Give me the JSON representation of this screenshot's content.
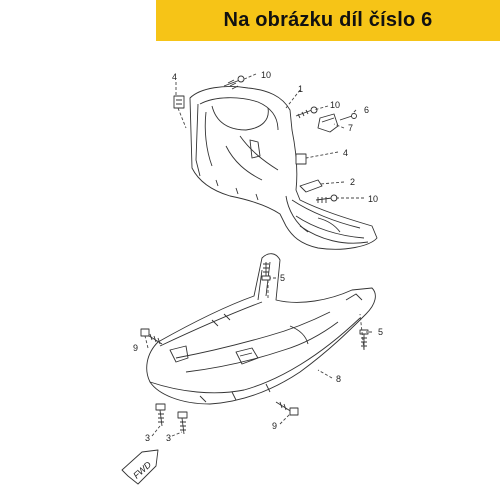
{
  "banner": {
    "text": "Na obrázku díl číslo 6",
    "color": "#f6c417"
  },
  "callouts": [
    "1",
    "2",
    "3",
    "3",
    "4",
    "4",
    "5",
    "5",
    "6",
    "7",
    "8",
    "9",
    "9",
    "10",
    "10",
    "10"
  ],
  "direction_marker": {
    "label": "FWD",
    "icon": "forward-arrow-icon"
  }
}
